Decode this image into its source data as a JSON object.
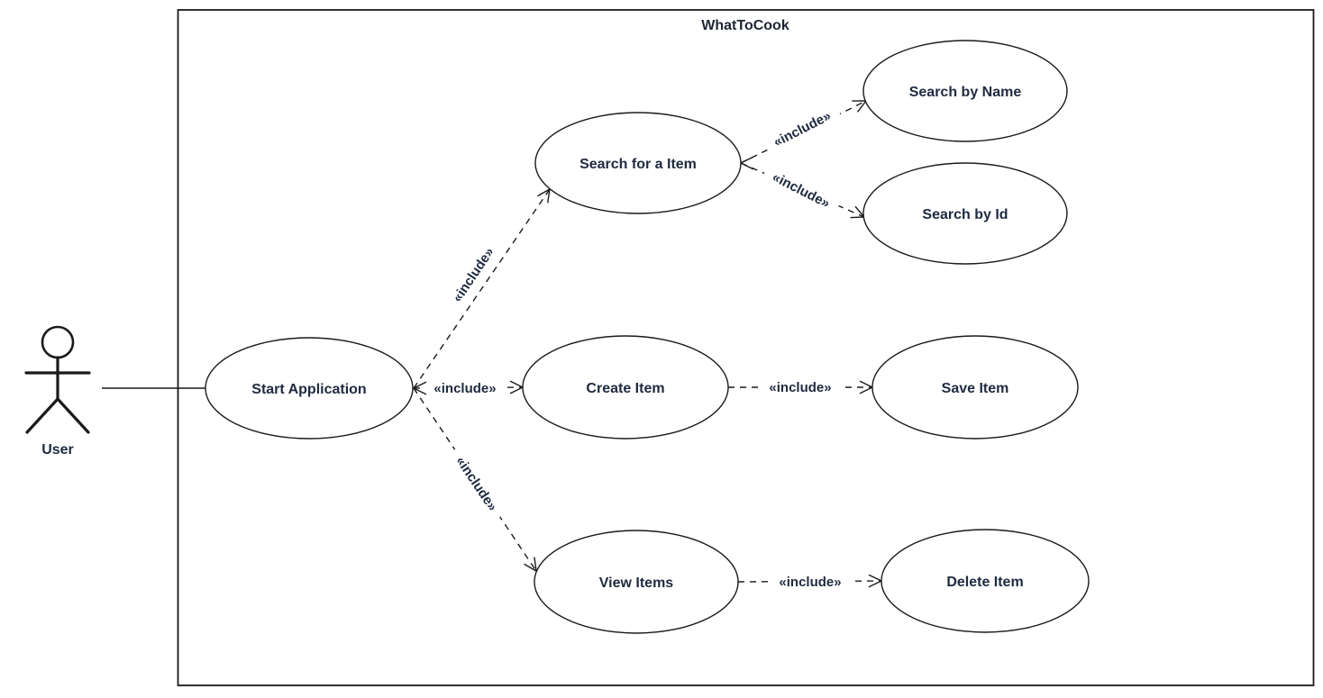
{
  "diagram": {
    "type": "uml-use-case",
    "system": {
      "title": "WhatToCook"
    },
    "actor": {
      "label": "User"
    },
    "use_cases": [
      {
        "id": "start-application",
        "label": "Start Application"
      },
      {
        "id": "search-for-item",
        "label": "Search for a Item"
      },
      {
        "id": "search-by-name",
        "label": "Search by Name"
      },
      {
        "id": "search-by-id",
        "label": "Search by Id"
      },
      {
        "id": "create-item",
        "label": "Create Item"
      },
      {
        "id": "save-item",
        "label": "Save Item"
      },
      {
        "id": "view-items",
        "label": "View Items"
      },
      {
        "id": "delete-item",
        "label": "Delete Item"
      }
    ],
    "associations": [
      {
        "from": "User",
        "to": "Start Application",
        "style": "solid"
      }
    ],
    "connectors": [
      {
        "from": "Start Application",
        "to": "Search for a Item",
        "label": "«include»",
        "style": "dashed-open-arrow"
      },
      {
        "from": "Start Application",
        "to": "Create Item",
        "label": "«include»",
        "style": "dashed-open-arrow"
      },
      {
        "from": "Start Application",
        "to": "View Items",
        "label": "«include»",
        "style": "dashed-open-arrow"
      },
      {
        "from": "Search for a Item",
        "to": "Search by Name",
        "label": "«include»",
        "style": "dashed-open-arrow"
      },
      {
        "from": "Search for a Item",
        "to": "Search by Id",
        "label": "«include»",
        "style": "dashed-open-arrow"
      },
      {
        "from": "Create Item",
        "to": "Save Item",
        "label": "«include»",
        "style": "dashed-open-arrow"
      },
      {
        "from": "View Items",
        "to": "Delete Item",
        "label": "«include»",
        "style": "dashed-open-arrow"
      }
    ],
    "colors": {
      "stroke": "#1a1a1a",
      "text": "#1e2a40",
      "background": "#ffffff"
    }
  }
}
